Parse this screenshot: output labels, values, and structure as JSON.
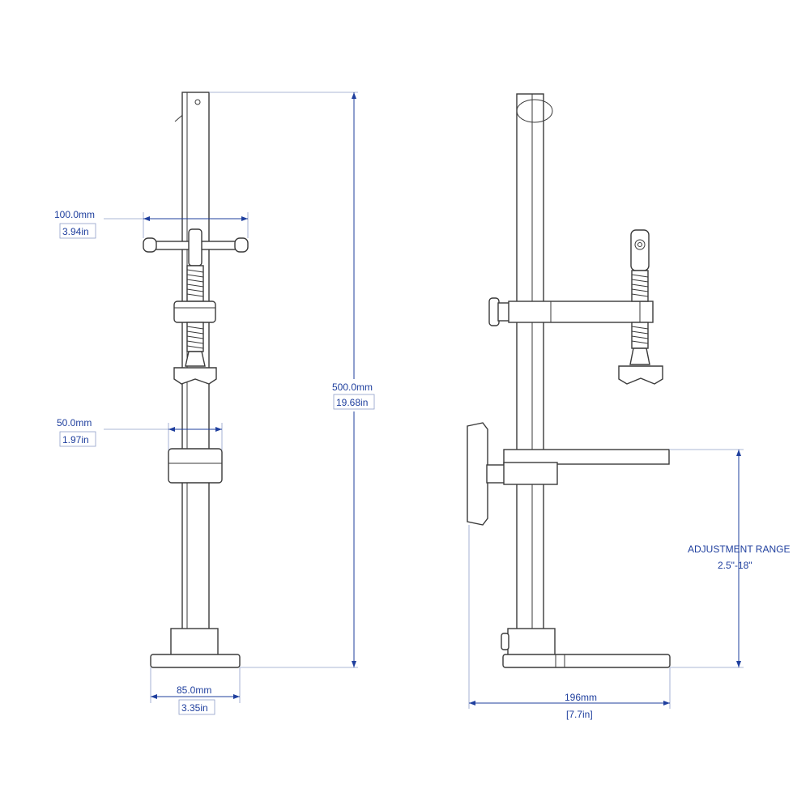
{
  "dimensions": {
    "crossbar_width": {
      "mm": "100.0mm",
      "in": "3.94in"
    },
    "column_diameter": {
      "mm": "50.0mm",
      "in": "1.97in"
    },
    "overall_height": {
      "mm": "500.0mm",
      "in": "19.68in"
    },
    "base_width": {
      "mm": "85.0mm",
      "in": "3.35in"
    },
    "arm_reach": {
      "mm": "196mm",
      "in": "[7.7in]"
    }
  },
  "adjustment": {
    "title": "ADJUSTMENT RANGE",
    "range": "2.5\"-18\""
  },
  "colors": {
    "dimension": "#1f3f9e",
    "outline": "#3a3a3a",
    "extension": "#8f9fc9"
  }
}
